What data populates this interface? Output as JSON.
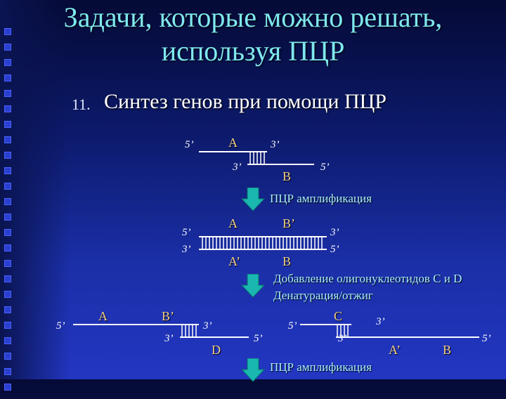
{
  "title": {
    "line1": "Задачи, которые можно решать,",
    "line2": "используя ПЦР"
  },
  "item": {
    "number": "11.",
    "text": "Синтез генов при помощи ПЦР"
  },
  "diagram": {
    "step1": {
      "top_label": "A",
      "bottom_label": "B",
      "top_5": "5’",
      "top_3": "3’",
      "bottom_3": "3’",
      "bottom_5": "5’"
    },
    "arrow1_label": "ПЦР амплификация",
    "step2": {
      "top_label_a": "A",
      "top_label_b": "B’",
      "bottom_label_a": "A’",
      "bottom_label_b": "B",
      "left_top_5": "5’",
      "left_bottom_3": "3’",
      "right_top_3": "3’",
      "right_bottom_5": "5’"
    },
    "arrow2_label_line1": "Добавление олигонуклеотидов C и D",
    "arrow2_label_line2": "Денатурация/отжиг",
    "step3_left": {
      "top_label_a": "A",
      "top_label_b": "B’",
      "bottom_label": "D",
      "top_5": "5’",
      "top_3": "3’",
      "bottom_3": "3’",
      "bottom_5": "5’"
    },
    "step3_right": {
      "top_label": "C",
      "bottom_label_a": "A’",
      "bottom_label_b": "B",
      "top_5": "5’",
      "top_3": "3’",
      "bottom_3": "3’",
      "bottom_5": "5’"
    },
    "arrow3_label": "ПЦР амплификация"
  },
  "colors": {
    "arrow": "#19b7b0",
    "title": "#7fe8f0",
    "label": "#f2d08a"
  }
}
